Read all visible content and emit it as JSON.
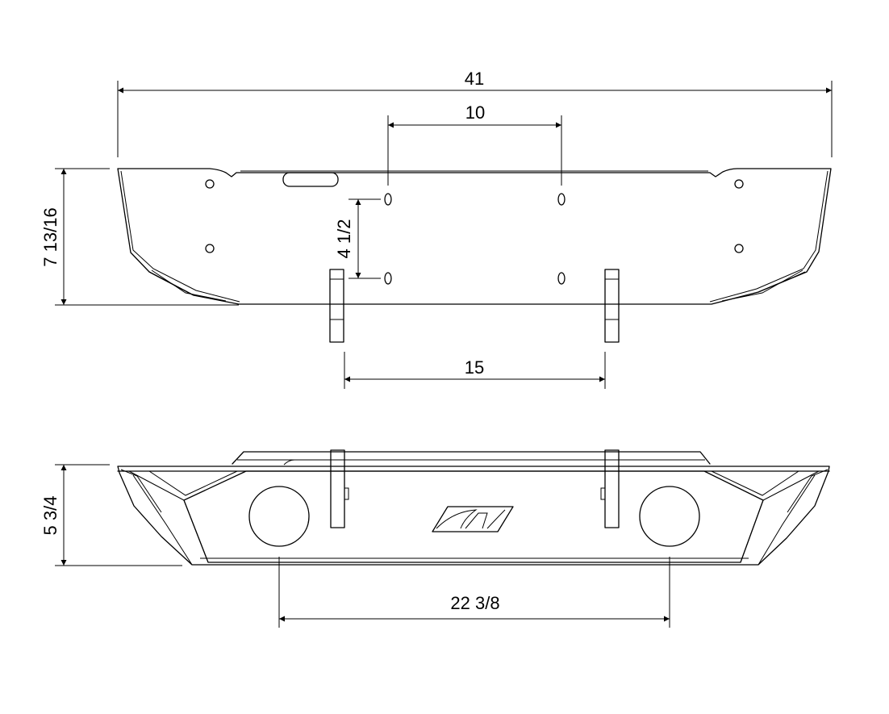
{
  "dimensions": {
    "overall_width": "41",
    "hole_spacing_top": "10",
    "top_view_height": "7 13/16",
    "hole_vertical_spacing": "4 1/2",
    "tab_spacing": "15",
    "front_view_height": "5 3/4",
    "light_spacing": "22 3/8"
  }
}
